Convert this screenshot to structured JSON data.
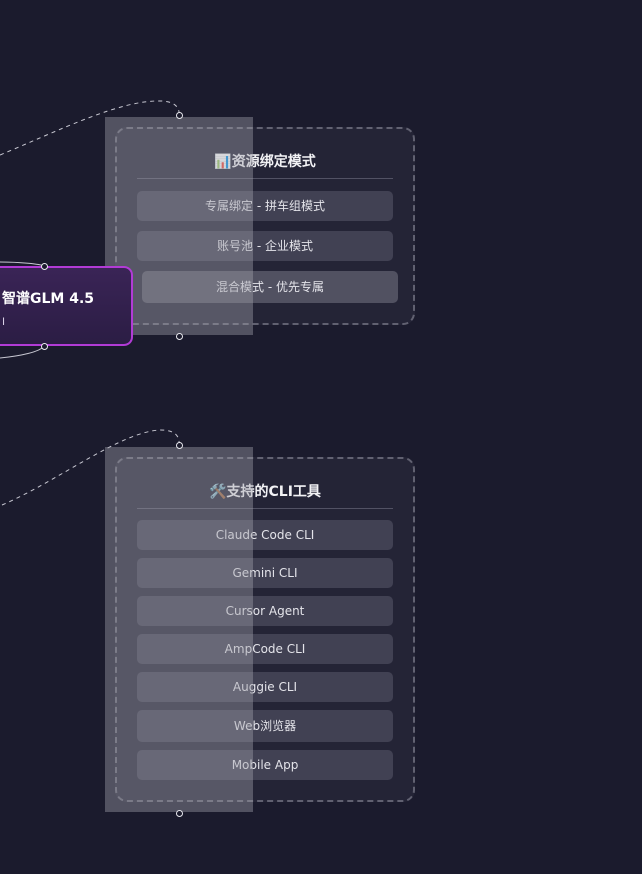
{
  "main_node": {
    "title": "智谱GLM 4.5",
    "subtitle": "I"
  },
  "binding_group": {
    "icon": "📊",
    "title": "资源绑定模式",
    "items": [
      "专属绑定 - 拼车组模式",
      "账号池 - 企业模式",
      "混合模式 - 优先专属"
    ]
  },
  "cli_group": {
    "icon": "🛠️",
    "title": "支持的CLI工具",
    "items": [
      "Claude Code CLI",
      "Gemini CLI",
      "Cursor Agent",
      "AmpCode CLI",
      "Auggie CLI",
      "Web浏览器",
      "Mobile App"
    ]
  },
  "colors": {
    "background": "#1b1b2d",
    "main_node_border": "#b23bd6",
    "edge": "#c8c8d2"
  }
}
